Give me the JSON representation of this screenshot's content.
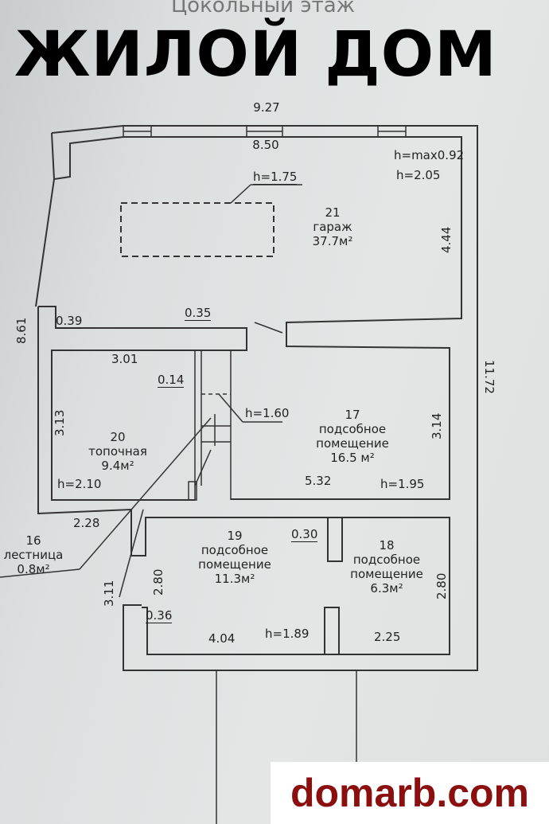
{
  "headline": "ЖИЛОЙ ДОМ",
  "floor_title": "Цокольный этаж",
  "watermark": "domarb.com",
  "dimensions": {
    "top_outer": "9.27",
    "top_inner": "8.50",
    "h_max": "h=max0.92",
    "h_garage": "h=2.05",
    "h_pit": "h=1.75",
    "right_garage": "4.44",
    "left_outer": "8.61",
    "wall_039": "0.39",
    "wall_035": "0.35",
    "right_outer": "11.72",
    "room20_top": "3.01",
    "wall_014": "0.14",
    "h_stair": "h=1.60",
    "room20_side": "3.13",
    "room17_side": "3.14",
    "h_room20": "h=2.10",
    "room17_bottom": "5.32",
    "h_room17": "h=1.95",
    "dim_228": "2.28",
    "wall_030": "0.30",
    "dim_311": "3.11",
    "room19_side": "2.80",
    "room18_side": "2.80",
    "wall_036": "0.36",
    "room19_bottom": "4.04",
    "h_room19": "h=1.89",
    "room18_bottom": "2.25"
  },
  "rooms": [
    {
      "number": "21",
      "name": "гараж",
      "area": "37.7м²"
    },
    {
      "number": "17",
      "name": "подсобное помещение",
      "area": "16.5 м²"
    },
    {
      "number": "20",
      "name": "топочная",
      "area": "9.4м²"
    },
    {
      "number": "16",
      "name": "лестница",
      "area": "0.8м²"
    },
    {
      "number": "19",
      "name": "подсобное помещение",
      "area": "11.3м²"
    },
    {
      "number": "18",
      "name": "подсобное помещение",
      "area": "6.3м²"
    }
  ]
}
